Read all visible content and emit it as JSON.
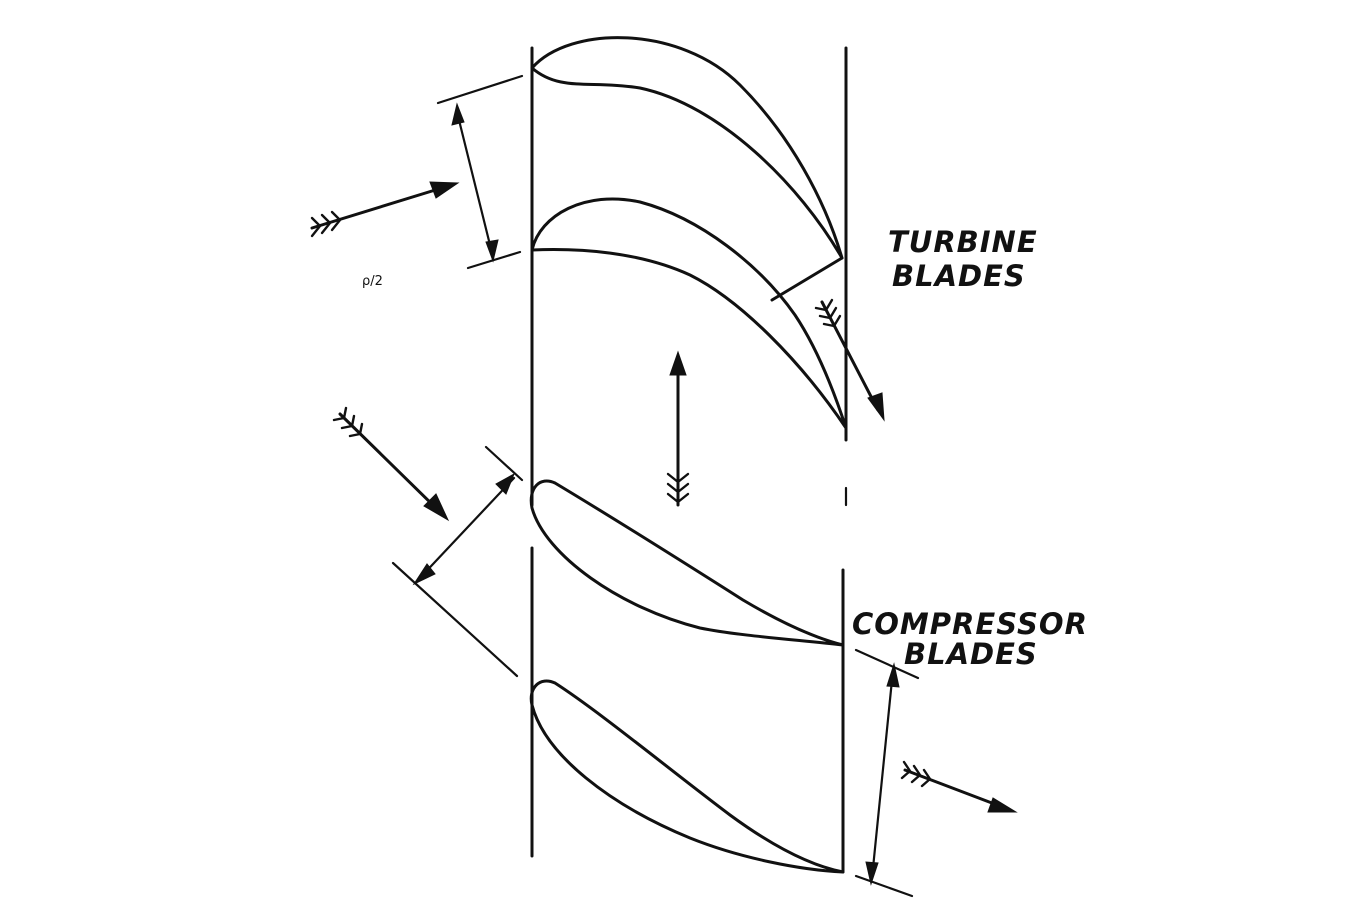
{
  "turbine_label": {
    "line1": "TURBINE",
    "line2": "BLADES"
  },
  "compressor_label": {
    "line1": "COMPRESSOR",
    "line2": "BLADES"
  },
  "small_mark": "ρ/2"
}
